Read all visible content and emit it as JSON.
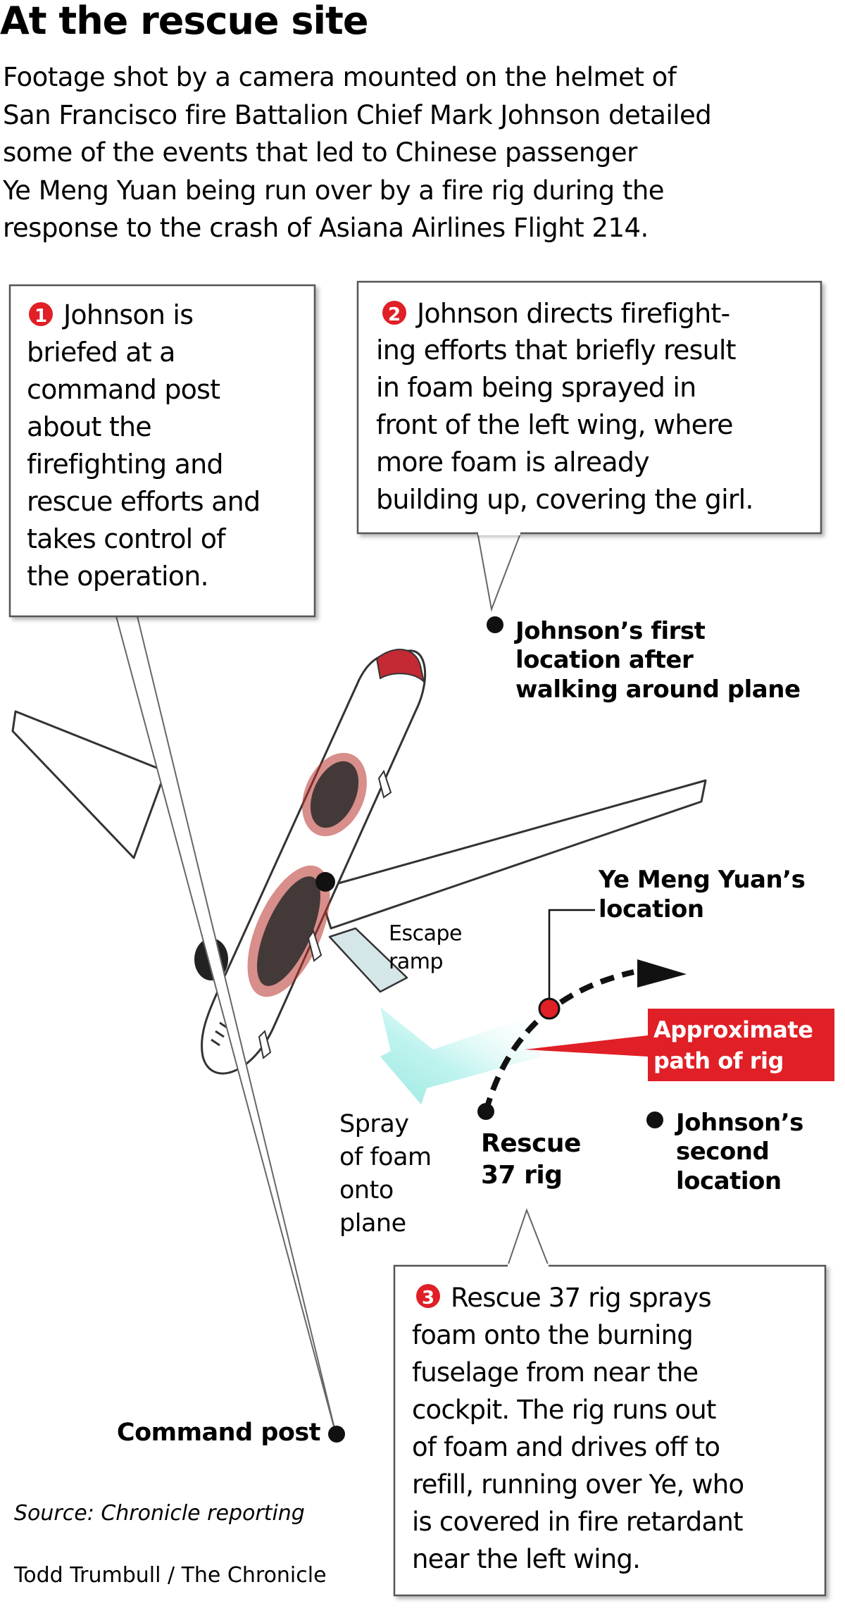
{
  "title": "At the rescue site",
  "intro": [
    "Footage shot by a camera mounted on the helmet of",
    "San Francisco fire Battalion Chief Mark Johnson detailed",
    "some of the events that led to Chinese passenger",
    "Ye Meng Yuan being run over by a fire rig during the",
    "response to the crash of Asiana Airlines Flight 214."
  ],
  "steps": [
    {
      "number": "1",
      "lines": [
        "Johnson is",
        "briefed at a",
        "command post",
        "about the",
        "firefighting and",
        "rescue efforts and",
        "takes control of",
        "the operation."
      ]
    },
    {
      "number": "2",
      "lines": [
        "Johnson directs firefight-",
        "ing efforts that briefly result",
        "in foam being sprayed in",
        "front of the left wing, where",
        "more foam is already",
        "building up, covering the girl."
      ]
    },
    {
      "number": "3",
      "lines": [
        "Rescue 37 rig sprays",
        "foam onto the burning",
        "fuselage from near the",
        "cockpit. The rig runs out",
        "of foam and drives off to",
        "refill, running over Ye, who",
        "is covered in fire retardant",
        "near the left wing."
      ]
    }
  ],
  "labels": {
    "first_location": [
      "Johnson’s first",
      "location after",
      "walking around plane"
    ],
    "ye_location": [
      "Ye Meng Yuan’s",
      "location"
    ],
    "escape_ramp": [
      "Escape",
      "ramp"
    ],
    "rig_path": [
      "Approximate",
      "path of rig"
    ],
    "second_location": [
      "Johnson’s",
      "second",
      "location"
    ],
    "rescue_rig": [
      "Rescue",
      "37 rig"
    ],
    "spray": [
      "Spray",
      "of foam",
      "onto",
      "plane"
    ],
    "command_post": "Command post"
  },
  "source": "Source: Chronicle reporting",
  "credit": "Todd Trumbull / The Chronicle",
  "colors": {
    "accent_red": "#e01f26",
    "foam": "#aef0ea",
    "fire": "#b8322a",
    "box_border": "#555555"
  }
}
